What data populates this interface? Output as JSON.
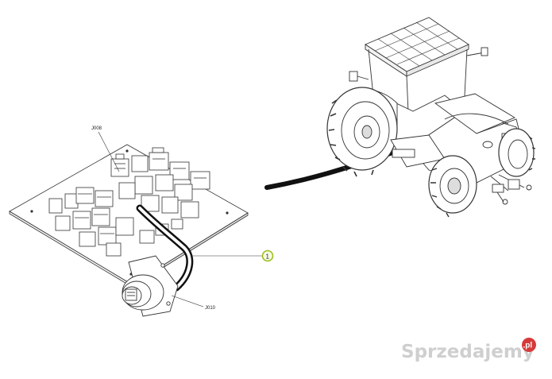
{
  "diagram": {
    "labels": {
      "connector_top": "J008",
      "connector_bottom": "J010",
      "callout": "1"
    }
  },
  "watermark": {
    "brand": "Sprzedajemy",
    "suffix": ".pl",
    "accent_color": "#d63a3a",
    "text_color": "#cfcfcf"
  }
}
